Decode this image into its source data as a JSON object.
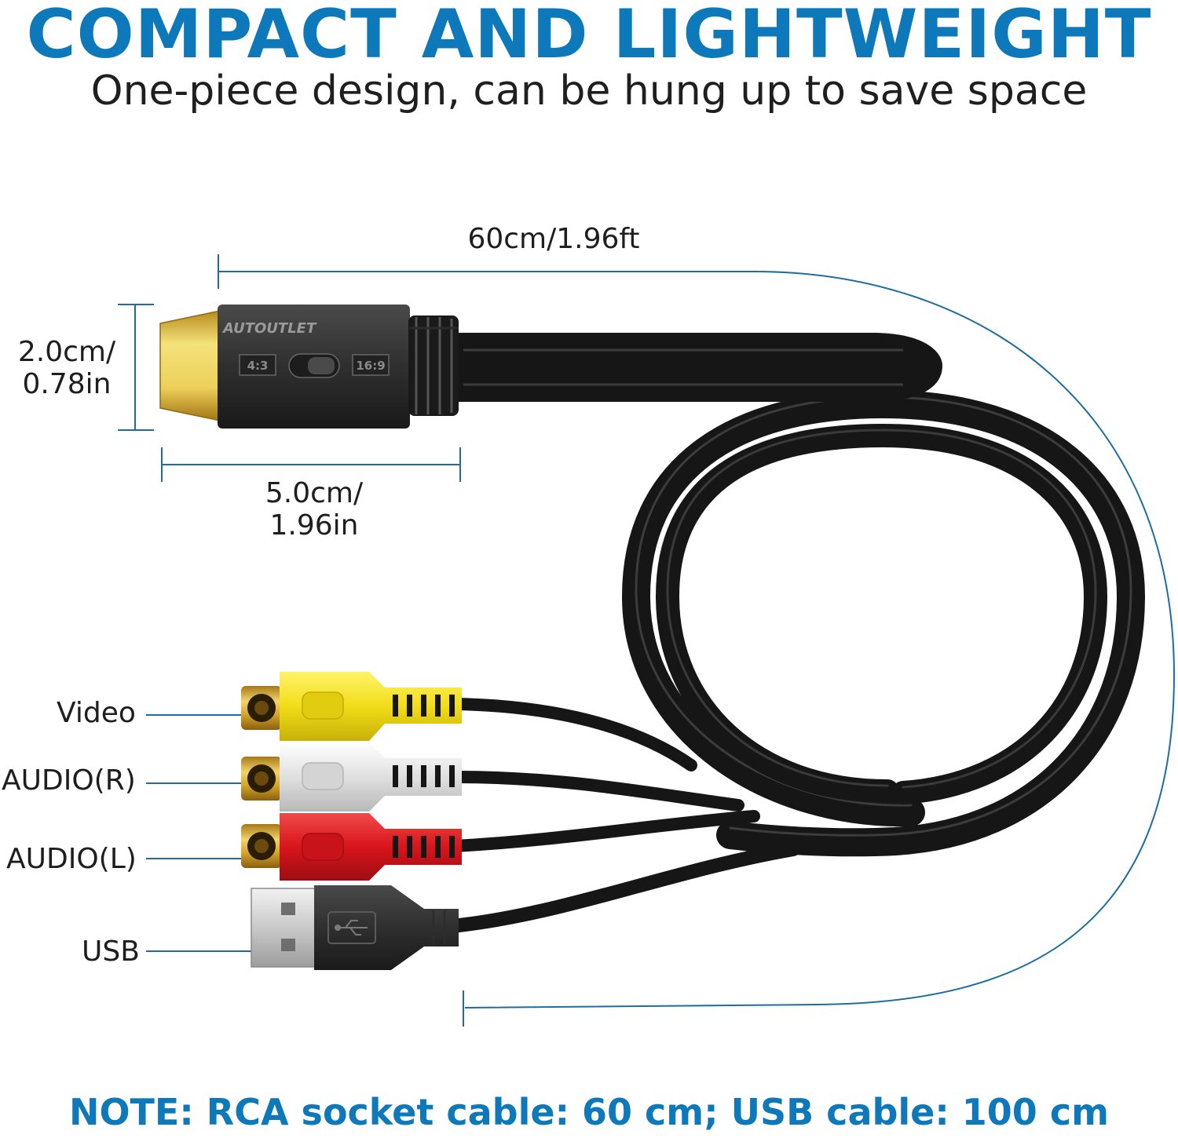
{
  "headline": "COMPACT AND LIGHTWEIGHT",
  "subheadline": "One-piece design, can be hung up to save space",
  "dimensions": {
    "length": "60cm/1.96ft",
    "height_line1": "2.0cm/",
    "height_line2": "0.78in",
    "width_line1": "5.0cm/",
    "width_line2": "1.96in"
  },
  "adapter": {
    "brand": "AUTOUTLET",
    "ratio_left": "4:3",
    "ratio_right": "16:9"
  },
  "connectors": {
    "video": "Video",
    "audio_r": "AUDIO(R)",
    "audio_l": "AUDIO(L)",
    "usb": "USB"
  },
  "note": "NOTE: RCA socket cable: 60 cm; USB cable: 100 cm",
  "colors": {
    "accent": "#0e79ba",
    "measure_line": "#1d6e9e",
    "cable": "#161616",
    "video_plug": "#f2dd17",
    "audio_r_plug": "#dcdcdc",
    "audio_l_plug": "#d8151c",
    "gold": "#d9ad2b"
  }
}
